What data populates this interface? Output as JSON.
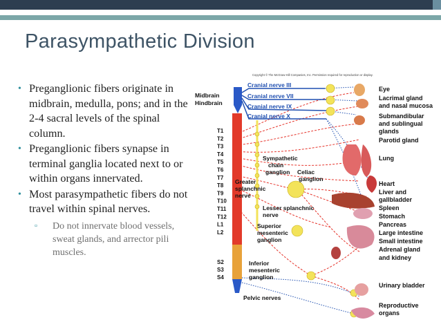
{
  "slide": {
    "title": "Parasympathetic Division",
    "bullets": [
      "Preganglionic fibers originate in midbrain, medulla, pons; and in the 2-4 sacral levels of the spinal column.",
      "Preganglionic fibers synapse in terminal ganglia located next to or within organs innervated.",
      "Most parasympathetic fibers do not travel within spinal nerves."
    ],
    "sub_bullet": "Do not innervate blood vessels, sweat glands, and arrector pili muscles."
  },
  "diagram": {
    "copyright": "Copyright © The McGraw-Hill Companies, Inc. Permission required for reproduction or display.",
    "brain_labels": [
      "Midbrain",
      "Hindbrain"
    ],
    "cranial_nerves": [
      "Cranial nerve III",
      "Cranial nerve VII",
      "Cranial nerve IX",
      "Cranial nerve X"
    ],
    "spinal_segments": [
      "T1",
      "T2",
      "T3",
      "T4",
      "T5",
      "T6",
      "T7",
      "T8",
      "T9",
      "T10",
      "T11",
      "T12",
      "L1",
      "L2"
    ],
    "sacral_segments": [
      "S2",
      "S3",
      "S4"
    ],
    "chain_label": [
      "Sympathetic",
      "chain",
      "ganglion"
    ],
    "celiac_label": [
      "Celiac",
      "ganglion"
    ],
    "greater_label": [
      "Greater",
      "splanchnic",
      "nerve"
    ],
    "lesser_label": "Lesser splanchnic",
    "lesser_label2": "nerve",
    "superior_label": [
      "Superior",
      "mesenteric",
      "ganglion"
    ],
    "inferior_label": [
      "Inferior",
      "mesenteric",
      "ganglion"
    ],
    "pelvic_label": "Pelvic nerves",
    "organs": [
      "Eye",
      "Lacrimal gland",
      "and nasal mucosa",
      "Submandibular",
      "and sublingual",
      "glands",
      "Parotid gland",
      "Lung",
      "Heart",
      "Liver and",
      "gallbladder",
      "Spleen",
      "Stomach",
      "Pancreas",
      "Large intestine",
      "Small intestine",
      "Adrenal gland",
      "and kidney",
      "Urinary bladder",
      "Reproductive",
      "organs"
    ],
    "colors": {
      "parasympathetic": "#1f4fb0",
      "sympathetic": "#e5332a",
      "spine": "#e23a2a",
      "ganglion": "#f3e35a"
    }
  }
}
